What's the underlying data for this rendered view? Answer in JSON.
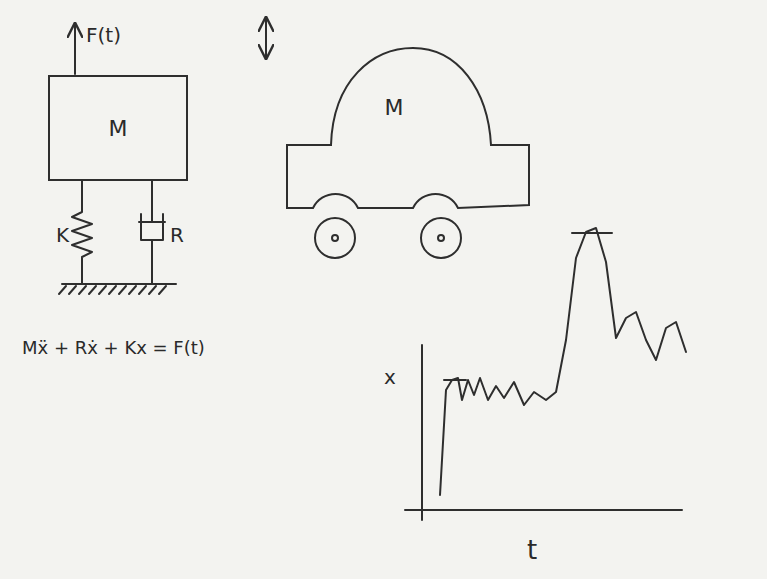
{
  "diagram": {
    "nodes": [
      {
        "text": [
          "M"
        ]
      },
      {
        "text": [
          "M"
        ]
      }
    ],
    "labels": [
      "F(t)",
      "K",
      "R",
      "Mẍ + Rẋ + Kx = F(t)",
      "x",
      "t"
    ]
  }
}
